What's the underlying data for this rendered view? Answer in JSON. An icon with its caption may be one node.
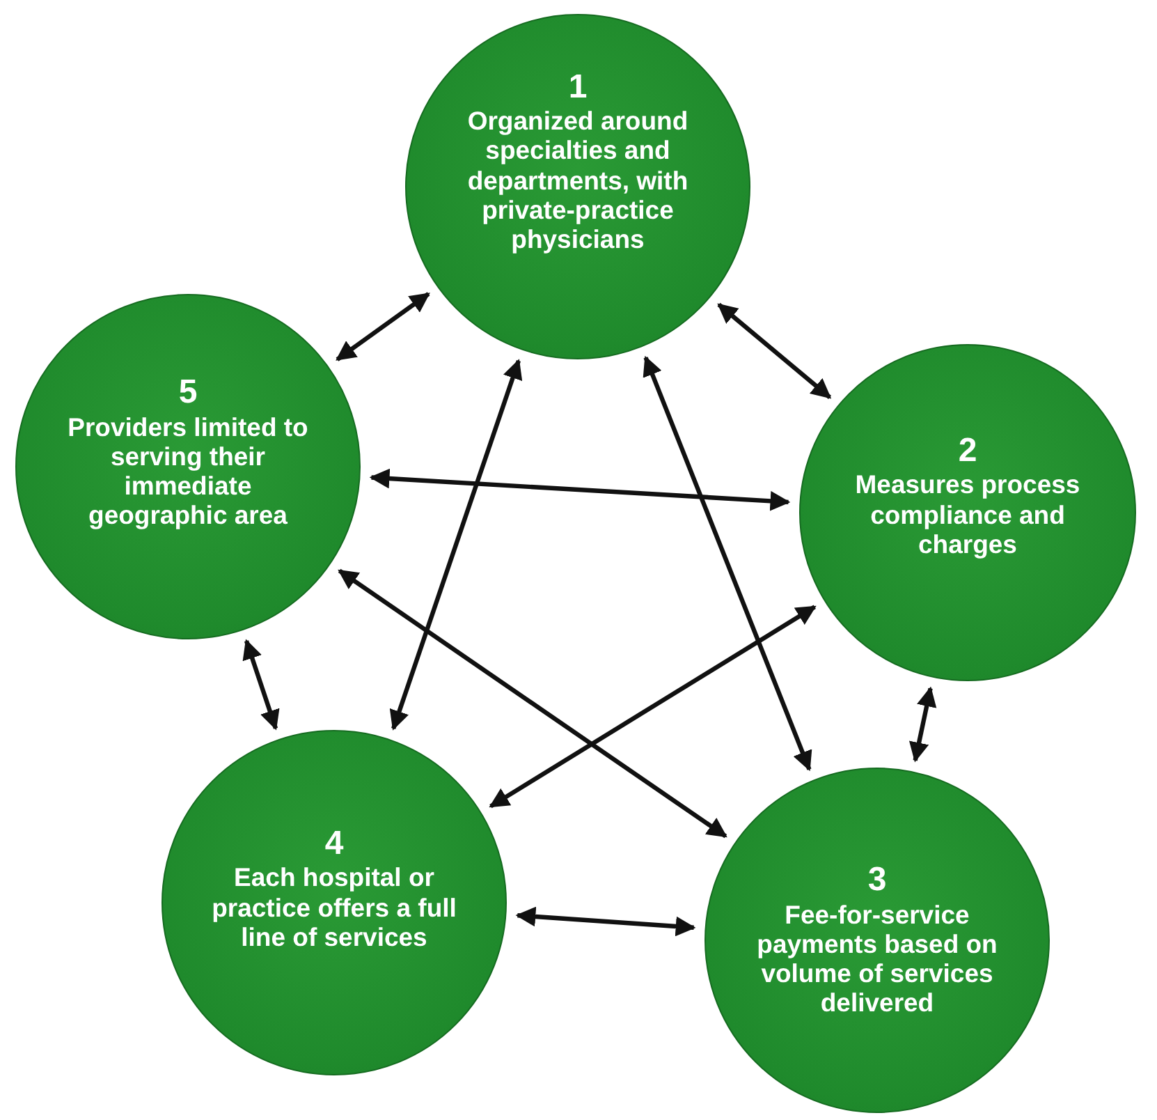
{
  "diagram": {
    "nodes": [
      {
        "text": [
          "1",
          "Organized around specialties and departments, with private-practice physicians"
        ]
      },
      {
        "text": [
          "2",
          "Measures process compliance and charges"
        ]
      },
      {
        "text": [
          "3",
          "Fee-for-service payments based on volume of services delivered"
        ]
      },
      {
        "text": [
          "4",
          "Each hospital or practice offers a full line of services"
        ]
      },
      {
        "text": [
          "5",
          "Providers limited to serving their immediate geographic area"
        ]
      }
    ],
    "edges": [
      {
        "from": 0,
        "to": 1,
        "arrow": "both"
      },
      {
        "from": 1,
        "to": 2,
        "arrow": "both"
      },
      {
        "from": 2,
        "to": 3,
        "arrow": "both"
      },
      {
        "from": 3,
        "to": 4,
        "arrow": "both"
      },
      {
        "from": 4,
        "to": 0,
        "arrow": "both"
      },
      {
        "from": 4,
        "to": 1,
        "arrow": "both"
      },
      {
        "from": 4,
        "to": 2,
        "arrow": "both"
      },
      {
        "from": 0,
        "to": 3,
        "arrow": "both"
      },
      {
        "from": 0,
        "to": 2,
        "arrow": "both"
      },
      {
        "from": 1,
        "to": 3,
        "arrow": "both"
      }
    ]
  }
}
